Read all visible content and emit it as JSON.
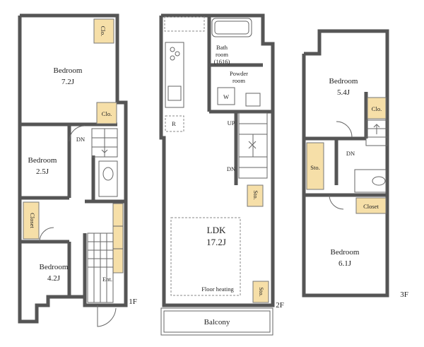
{
  "floor_labels": {
    "f1": "1F",
    "f2": "2F",
    "f3": "3F"
  },
  "f1": {
    "bedroom_a_name": "Bedroom",
    "bedroom_a_size": "7.2J",
    "bedroom_b_name": "Bedroom",
    "bedroom_b_size": "2.5J",
    "bedroom_c_name": "Bedroom",
    "bedroom_c_size": "4.2J",
    "clo_top": "Clo.",
    "clo_mid": "Clo.",
    "closet": "Closet",
    "downstairs": "DN",
    "entrance": "Ent."
  },
  "f2": {
    "bath_line1": "Bath",
    "bath_line2": "room",
    "bath_size": "(1616)",
    "powder_line1": "Powder",
    "powder_line2": "room",
    "w_mark": "W",
    "r_mark": "R",
    "up": "UP",
    "downstairs": "DN",
    "ldk_name": "LDK",
    "ldk_size": "17.2J",
    "floor_heating": "Floor heating",
    "storage_a": "Sto.",
    "storage_b": "Sto.",
    "balcony": "Balcony"
  },
  "f3": {
    "bedroom_a_name": "Bedroom",
    "bedroom_a_size": "5.4J",
    "bedroom_b_name": "Bedroom",
    "bedroom_b_size": "6.1J",
    "clo": "Clo.",
    "storage": "Sto.",
    "closet": "Closet",
    "downstairs": "DN"
  },
  "colors": {
    "wall": "#555555",
    "storage_fill": "#f6dfa8",
    "background": "#ffffff"
  }
}
